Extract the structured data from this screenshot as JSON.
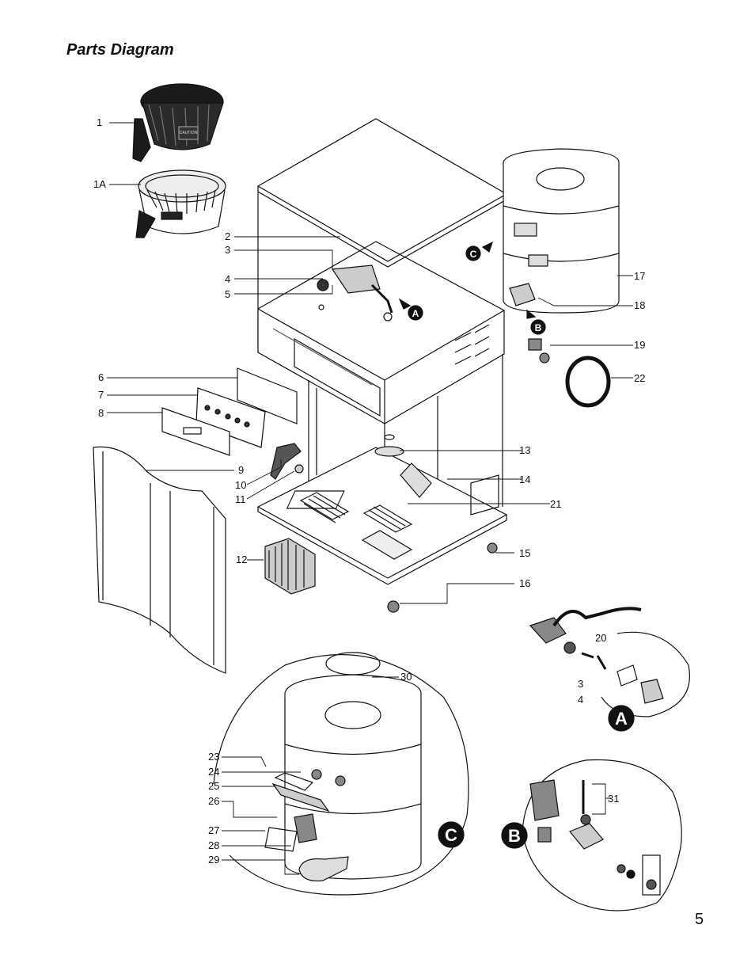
{
  "page": {
    "title": "Parts Diagram",
    "page_number": "5"
  },
  "callouts": {
    "c1": "1",
    "c1A": "1A",
    "c2": "2",
    "c3": "3",
    "c4": "4",
    "c5": "5",
    "c6": "6",
    "c7": "7",
    "c8": "8",
    "c9": "9",
    "c10": "10",
    "c11": "11",
    "c12": "12",
    "c13": "13",
    "c14": "14",
    "c15": "15",
    "c16": "16",
    "c17": "17",
    "c18": "18",
    "c19": "19",
    "c20": "20",
    "c21": "21",
    "c22": "22",
    "c23": "23",
    "c24": "24",
    "c25": "25",
    "c26": "26",
    "c27": "27",
    "c28": "28",
    "c29": "29",
    "c30": "30",
    "c31": "31",
    "cA3": "3",
    "cA4": "4"
  },
  "detail_labels": {
    "a": "A",
    "b": "B",
    "c": "C"
  },
  "funnel_caution": "CAUTION"
}
